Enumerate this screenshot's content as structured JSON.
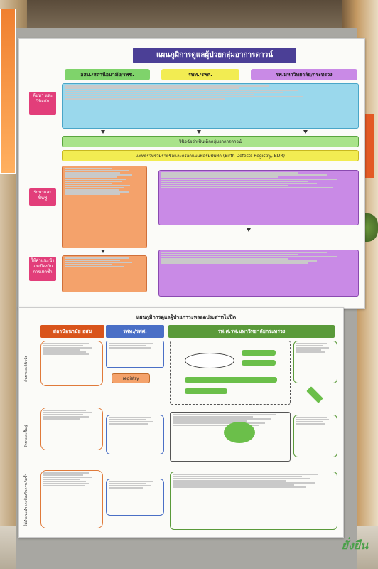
{
  "poster1": {
    "title": "แผนภูมิการดูแลผู้ป่วยกลุ่มอาการดาวน์",
    "columns": [
      "อสม./สถานีอนามัย/รพช.",
      "รพท./รพศ.",
      "รพ.มหาวิทยาลัย/กระทรวง"
    ],
    "row_labels": [
      "ค้นหา และ วินิจฉัย",
      "รักษาและ ฟื้นฟู",
      "ให้คำแนะนำ และป้องกัน การเกิดซ้ำ"
    ],
    "diagnosis_bar": "วินิจฉัยว่าเป็นเด็กกลุ่มอาการดาวน์",
    "registry_bar": "แพทย์รวบรวมรายชื่อและกรอกแบบฟอร์มบันทึก (Birth Defects Registry, BDR)"
  },
  "poster2": {
    "title": "แผนภูมิการดูแลผู้ป่วยภาวะหลอดประสาทไม่ปิด",
    "columns": [
      "สถานีอนามัย อสม",
      "รพท./รพศ.",
      "รพ.ศ.รพ.มหาวิทยาลัยกระทรวง"
    ],
    "registry_label": "registry",
    "side_labels": [
      "ค้นหาและวินิจฉัย",
      "รักษาและฟื้นฟู",
      "ให้คำแนะนำและป้องกันการเกิดซ้ำ"
    ]
  },
  "logo_text": "ยั่งยืน",
  "colors": {
    "title_bg": "#4b3f96",
    "green": "#7fd36b",
    "yellow": "#f2ec52",
    "violet": "#b472d8",
    "pink": "#e23e7a",
    "orange": "#f4a26b",
    "cyan": "#9ad8ec"
  }
}
